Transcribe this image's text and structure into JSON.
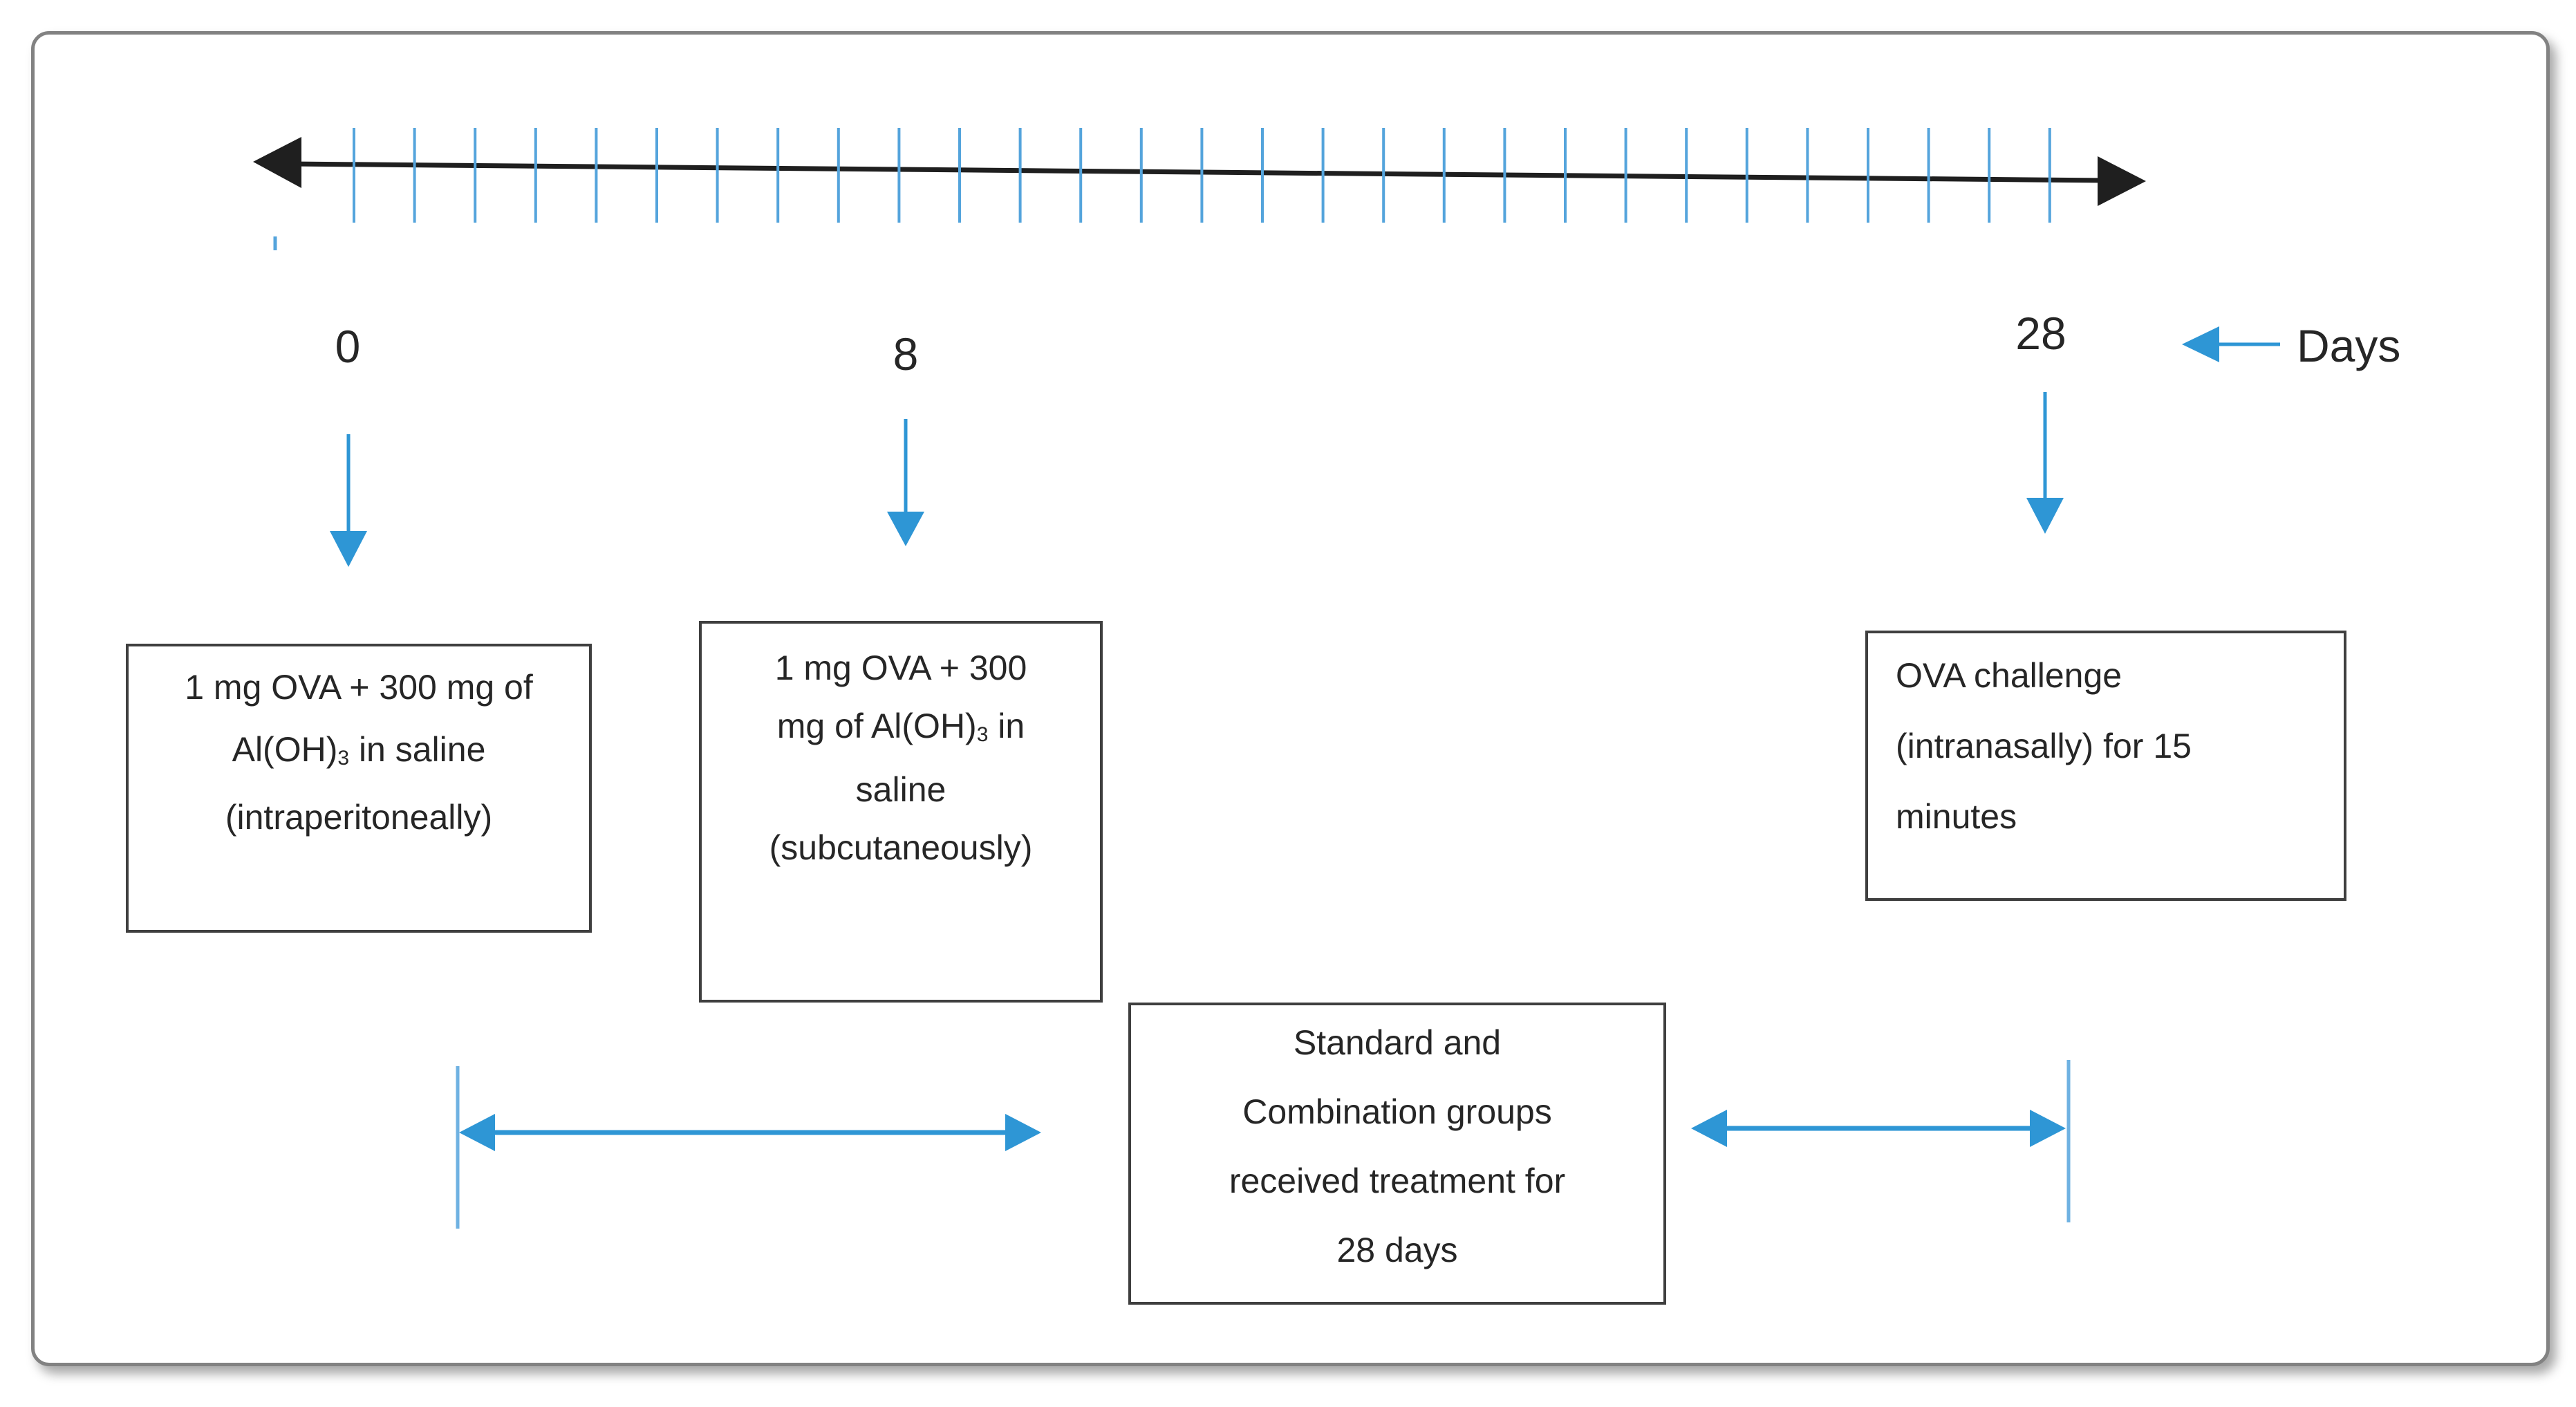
{
  "figure": {
    "type": "experimental-timeline-diagram",
    "timeline": {
      "tick_count": 29,
      "axis_label": "Days",
      "day_labels": {
        "start": "0",
        "mid": "8",
        "end": "28"
      }
    },
    "boxes": {
      "day0": {
        "line1": "1 mg OVA + 300 mg of",
        "line2_pre": "Al(OH)",
        "line2_sub": "3",
        "line2_post": " in saline",
        "line3": "(intraperitoneally)"
      },
      "day8": {
        "line1": "1 mg OVA + 300",
        "line2_pre": "mg of Al(OH)",
        "line2_sub": "3",
        "line2_post": " in",
        "line3": "saline",
        "line4": "(subcutaneously)"
      },
      "day28": {
        "line1": "OVA challenge",
        "line2": "(intranasally) for 15",
        "line3": "minutes"
      },
      "treatment": {
        "line1": "Standard and",
        "line2": "Combination groups",
        "line3": "received treatment for",
        "line4": "28 days"
      }
    },
    "colors": {
      "arrow_blue": "#2e96d5",
      "tick_blue": "#54a4dc",
      "bracket_blue": "#6fb2e2",
      "line_black": "#1f1f1f",
      "box_border": "#3f3f3f",
      "text": "#262626",
      "frame_border": "#828282"
    }
  }
}
